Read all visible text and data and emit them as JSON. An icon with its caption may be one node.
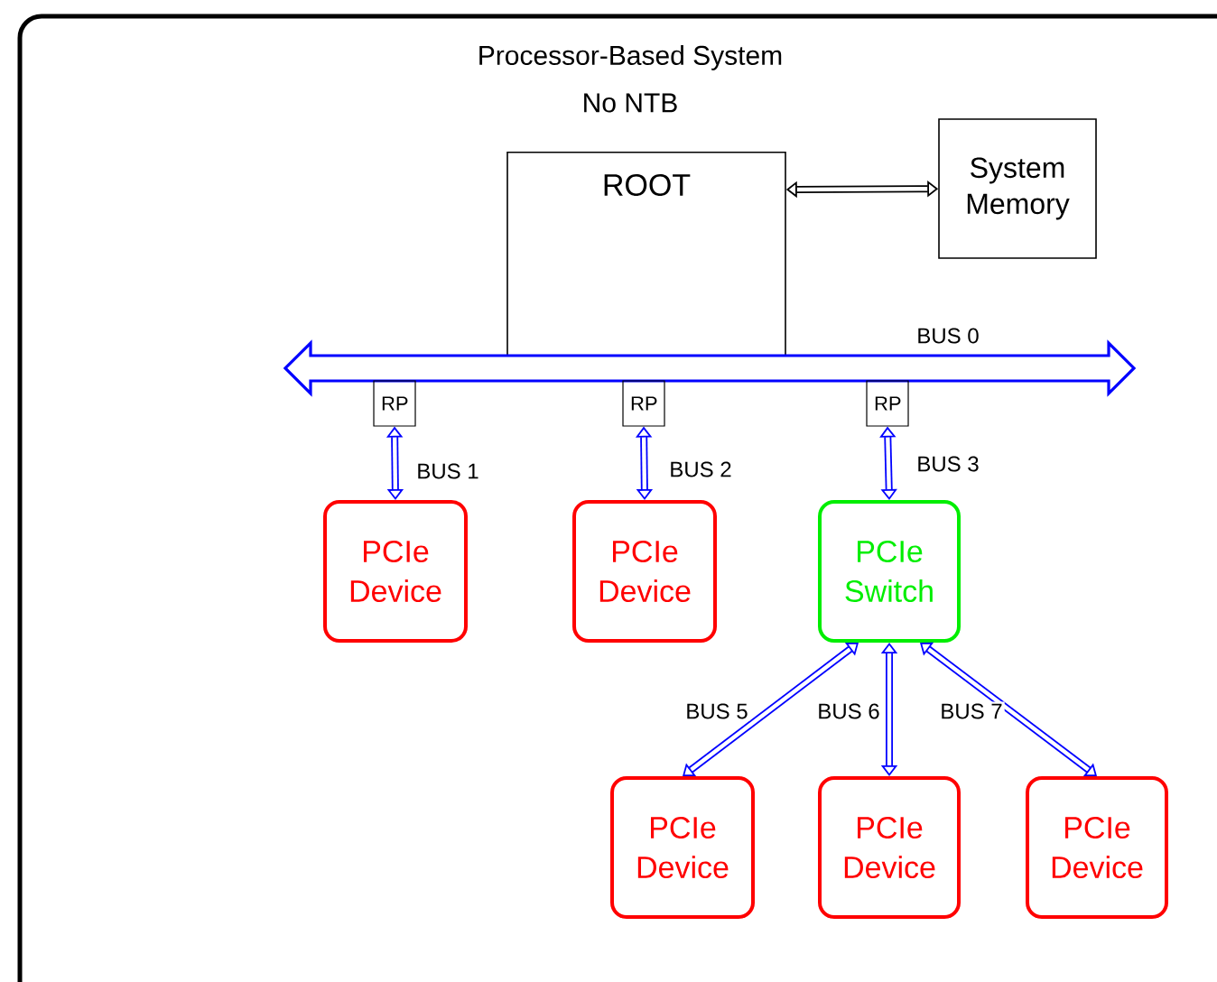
{
  "diagram": {
    "title": "Processor-Based System",
    "nodes": [
      {
        "text": [
          "ROOT"
        ]
      },
      {
        "text": [
          "System Memory"
        ]
      },
      {
        "text": [],
        "shape": "bar",
        "beside": [
          "BUS 0"
        ]
      },
      {
        "text": [
          "RP"
        ]
      },
      {
        "text": [
          "RP"
        ]
      },
      {
        "text": [
          "RP"
        ]
      },
      {
        "text": [
          "PCIe Device"
        ]
      },
      {
        "text": [
          "PCIe Device"
        ]
      },
      {
        "text": [
          "PCIe Switch"
        ]
      },
      {
        "text": [
          "PCIe Device"
        ]
      },
      {
        "text": [
          "PCIe Device"
        ]
      },
      {
        "text": [
          "PCIe Device"
        ]
      }
    ],
    "edges": [
      {
        "from": 0,
        "to": 1,
        "arrow": "both",
        "color": "#000000"
      },
      {
        "from": 3,
        "to": 6,
        "arrow": "both",
        "label": "BUS 1"
      },
      {
        "from": 4,
        "to": 7,
        "arrow": "both",
        "label": "BUS 2"
      },
      {
        "from": 5,
        "to": 8,
        "arrow": "both",
        "label": "BUS 3"
      },
      {
        "from": 8,
        "to": 9,
        "arrow": "both",
        "label": "BUS 5"
      },
      {
        "from": 8,
        "to": 10,
        "arrow": "both",
        "label": "BUS 6"
      },
      {
        "from": 8,
        "to": 11,
        "arrow": "both",
        "label": "BUS 7"
      }
    ],
    "labels": [
      "No NTB"
    ]
  }
}
